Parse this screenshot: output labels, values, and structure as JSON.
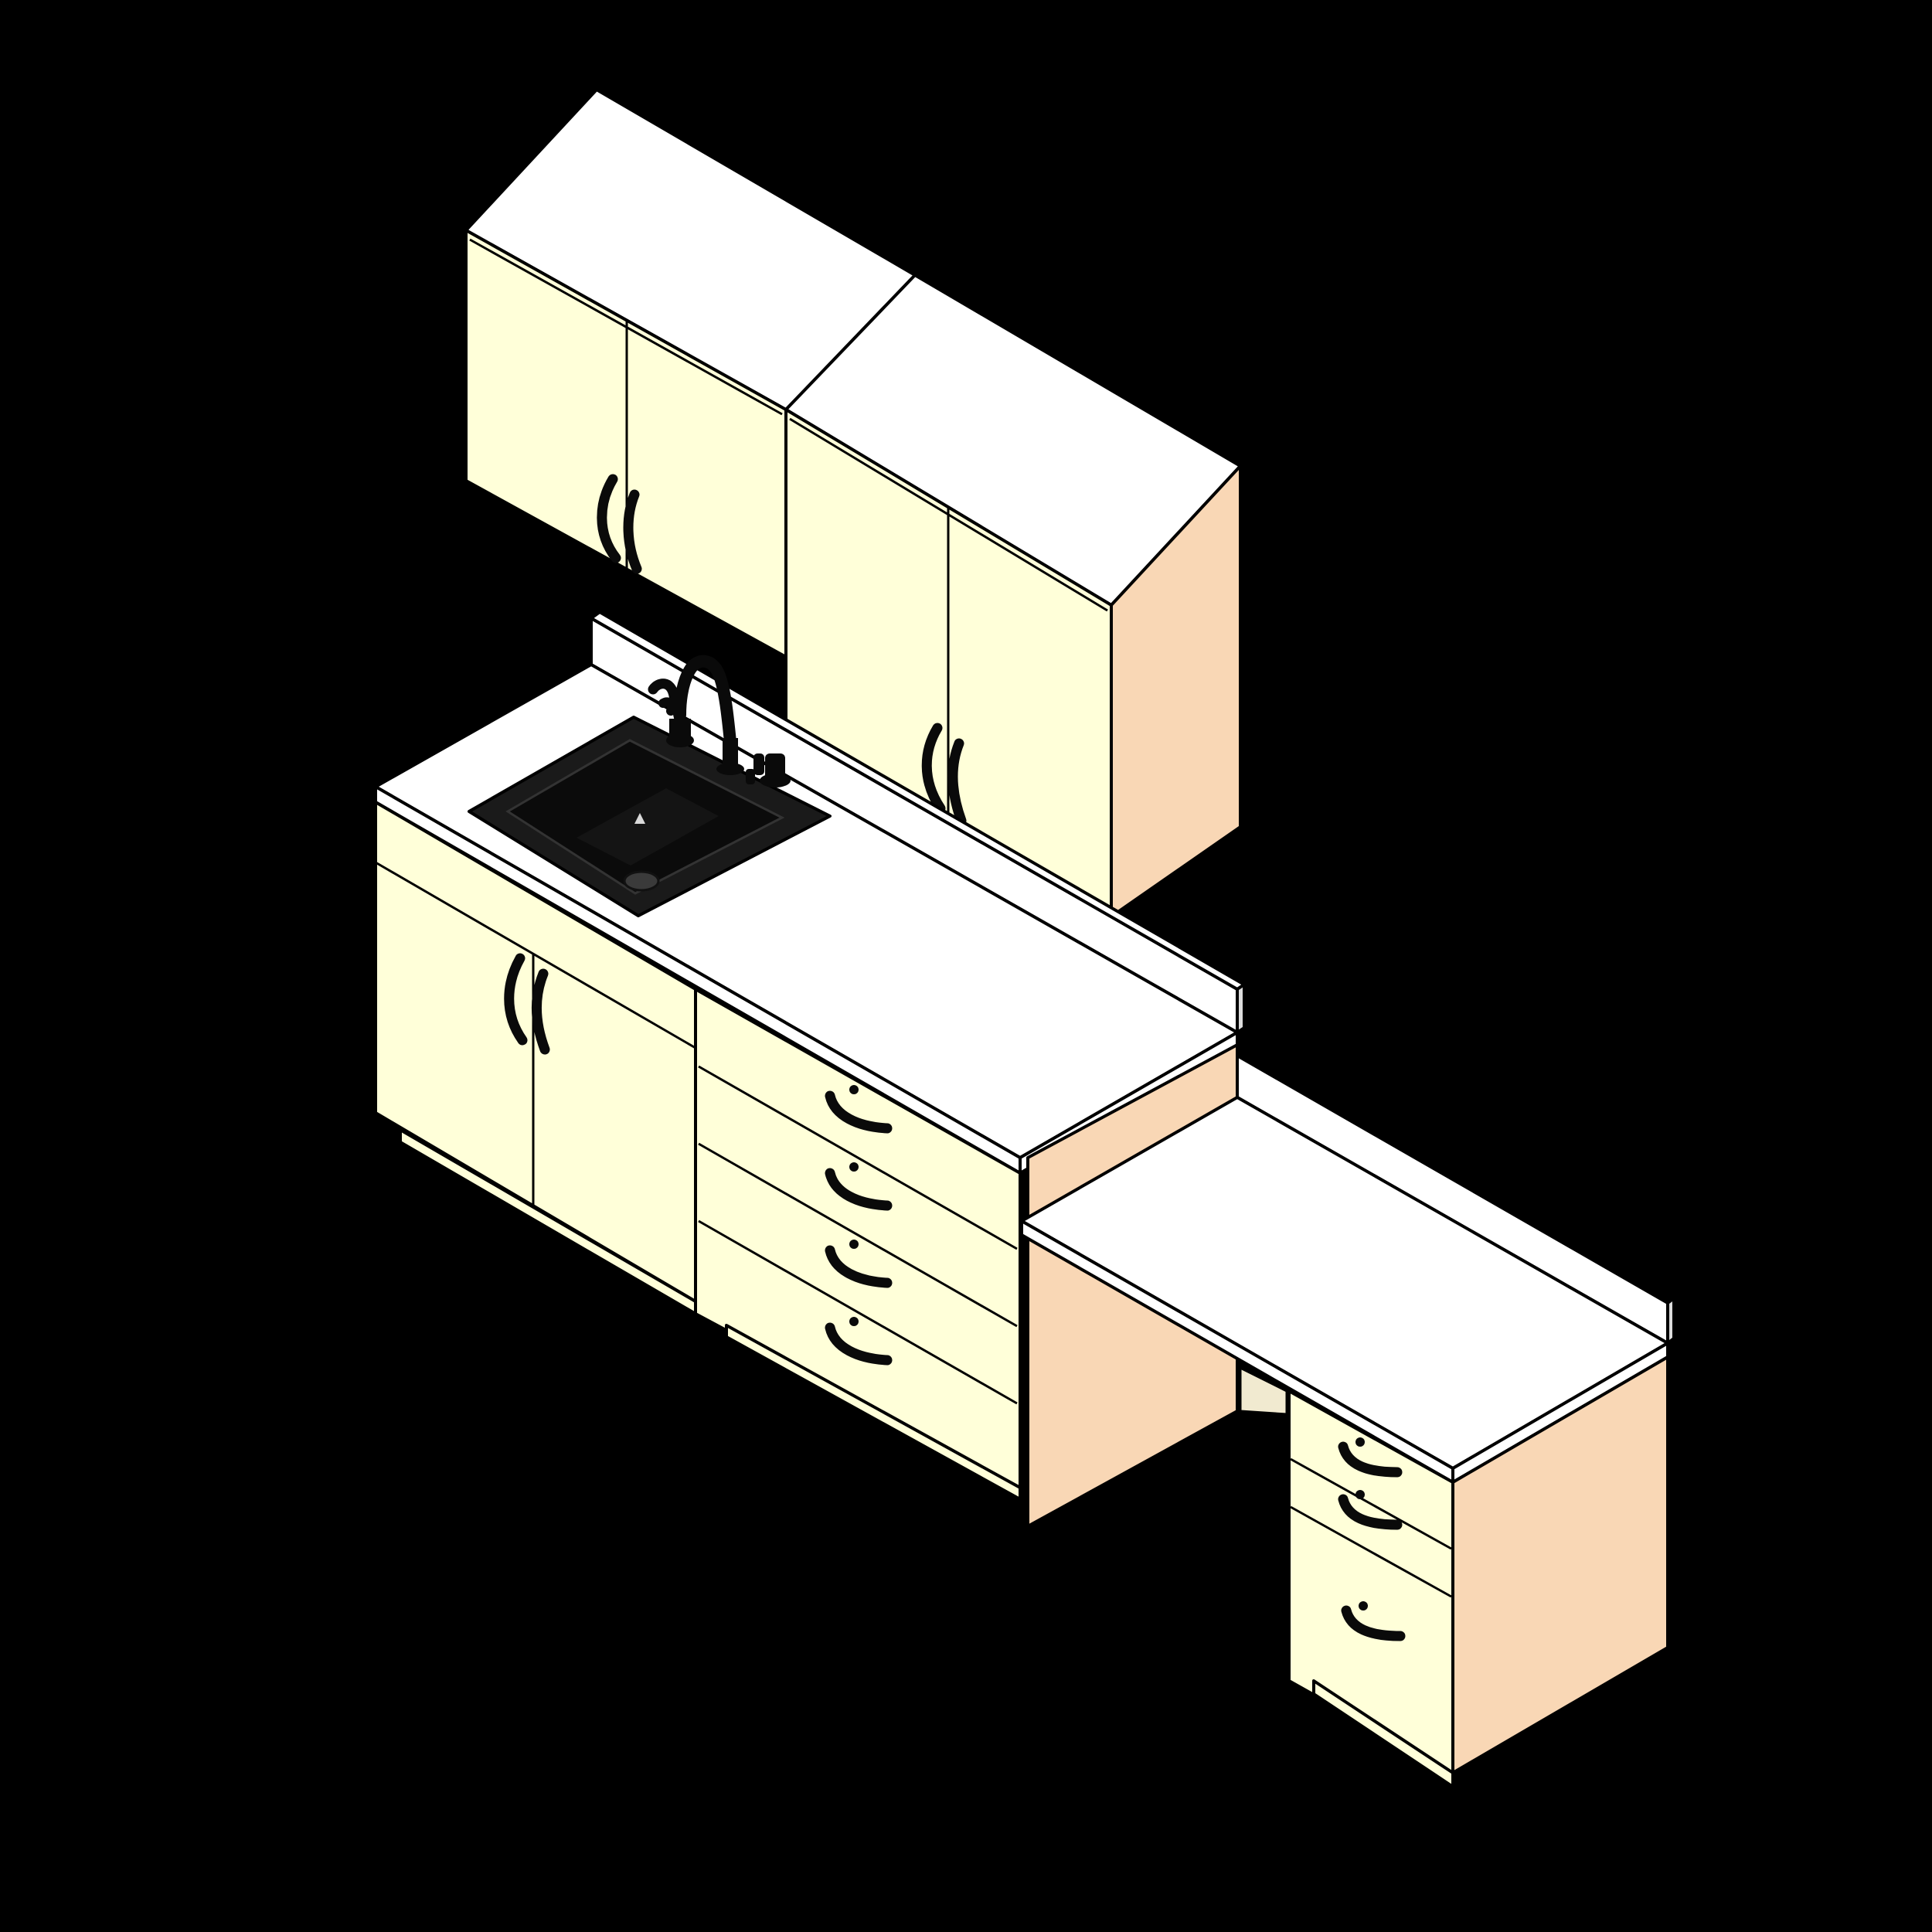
{
  "colors": {
    "background": "#000000",
    "door_face": "#FFFFD9",
    "side_panel": "#F9D7B5",
    "countertop": "#FFFFFF",
    "outline": "#000000",
    "sink": "#1A1A1A",
    "hardware": "#0A0A0A"
  },
  "scene": {
    "components": [
      {
        "name": "upper-cabinet",
        "count": 2,
        "doors_each": 2
      },
      {
        "name": "backsplash",
        "count": 2
      },
      {
        "name": "countertop",
        "count": 2
      },
      {
        "name": "sink",
        "count": 1,
        "style": "drop-in single bowl"
      },
      {
        "name": "faucet",
        "count": 1,
        "style": "gooseneck with two handles"
      },
      {
        "name": "sink-base-cabinet",
        "count": 1,
        "doors": 2
      },
      {
        "name": "drawer-base-cabinet",
        "count": 1,
        "drawers": 4
      },
      {
        "name": "knee-space-desk",
        "count": 1
      },
      {
        "name": "pedestal-drawer-cabinet",
        "count": 1,
        "drawers": 3
      }
    ]
  }
}
